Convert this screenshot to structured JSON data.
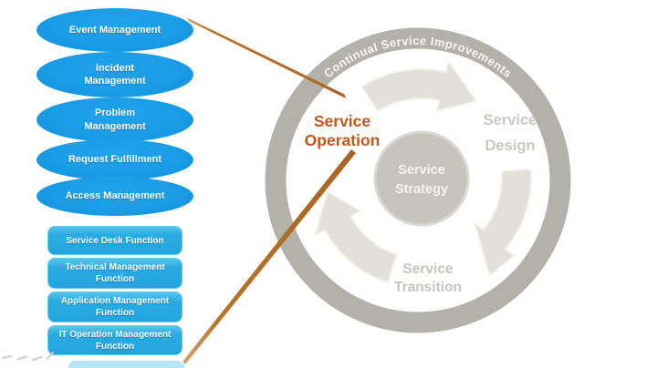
{
  "left_panel": {
    "processes": [
      {
        "label": "Event Management",
        "lines": [
          "Event Management"
        ]
      },
      {
        "label": "Incident Management",
        "lines": [
          "Incident",
          "Management"
        ]
      },
      {
        "label": "Problem Management",
        "lines": [
          "Problem",
          "Management"
        ]
      },
      {
        "label": "Request Fulfillment",
        "lines": [
          "Request Fulfillment"
        ]
      },
      {
        "label": "Access Management",
        "lines": [
          "Access Management"
        ]
      }
    ],
    "functions": [
      {
        "label": "Service Desk Function",
        "lines": [
          "Service Desk Function"
        ]
      },
      {
        "label": "Technical Management Function",
        "lines": [
          "Technical Management",
          "Function"
        ]
      },
      {
        "label": "Application Management Function",
        "lines": [
          "Application Management",
          "Function"
        ]
      },
      {
        "label": "IT Operation Management Function",
        "lines": [
          "IT Operation Management",
          "Function"
        ]
      }
    ]
  },
  "lifecycle": {
    "ring_label": "Continual Service Improvements",
    "center": {
      "label": "Service Strategy",
      "lines": [
        "Service",
        "Strategy"
      ]
    },
    "stages": [
      {
        "id": "operation",
        "label": "Service Operation",
        "lines": [
          "Service",
          "Operation"
        ],
        "highlighted": true
      },
      {
        "id": "design",
        "label": "Service Design",
        "lines": [
          "Service",
          "Design"
        ],
        "highlighted": false
      },
      {
        "id": "transition",
        "label": "Service Transition",
        "lines": [
          "Service",
          "Transition"
        ],
        "highlighted": false
      }
    ]
  },
  "colors": {
    "process_blue": "#1b9ce6",
    "function_blue": "#29abe2",
    "ring_gray": "#b3b2aa",
    "center_circle_gray": "#c6c5bd",
    "inactive_stage_text": "#c9c8c1",
    "highlight_orange": "#c2571b",
    "connector_orange": "#b87427",
    "arrow_gray": "#dfded8",
    "text_white": "#ffffff"
  }
}
